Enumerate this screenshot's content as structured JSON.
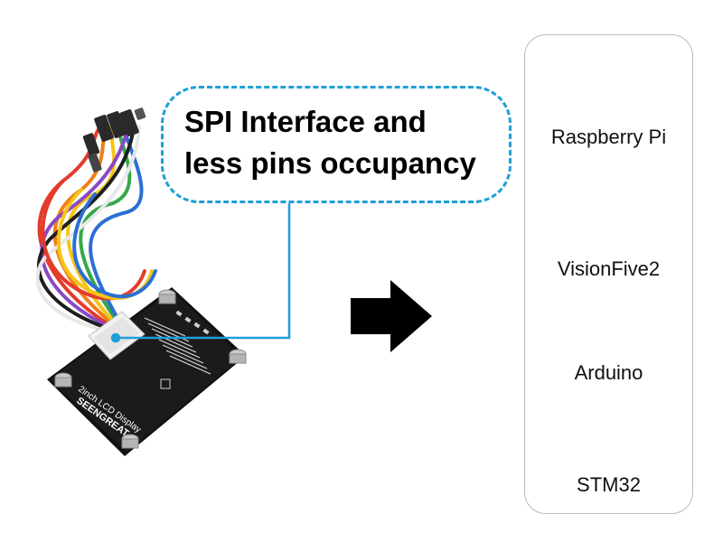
{
  "callout": {
    "line1": "SPI Interface and",
    "line2": "less pins occupancy"
  },
  "display_module": {
    "silkscreen_name": "2inch LCD Display",
    "silkscreen_brand": "SEENGREAT"
  },
  "boards": [
    {
      "label": "Raspberry Pi",
      "icon": "raspberry-pi-board-icon"
    },
    {
      "label": "VisionFive2",
      "icon": "visionfive2-board-icon"
    },
    {
      "label": "Arduino",
      "icon": "arduino-board-icon"
    },
    {
      "label": "STM32",
      "icon": "stm32-board-icon"
    }
  ],
  "colors": {
    "accent": "#1e9fd8",
    "pcb": "#1b1b1b",
    "arrow": "#000000",
    "raspberry_pcb": "#2f8a3d",
    "visionfive_pcb": "#1d1d1d",
    "arduino_pcb": "#0f6f8a",
    "stm32_pcb": "#1b3d8f"
  }
}
